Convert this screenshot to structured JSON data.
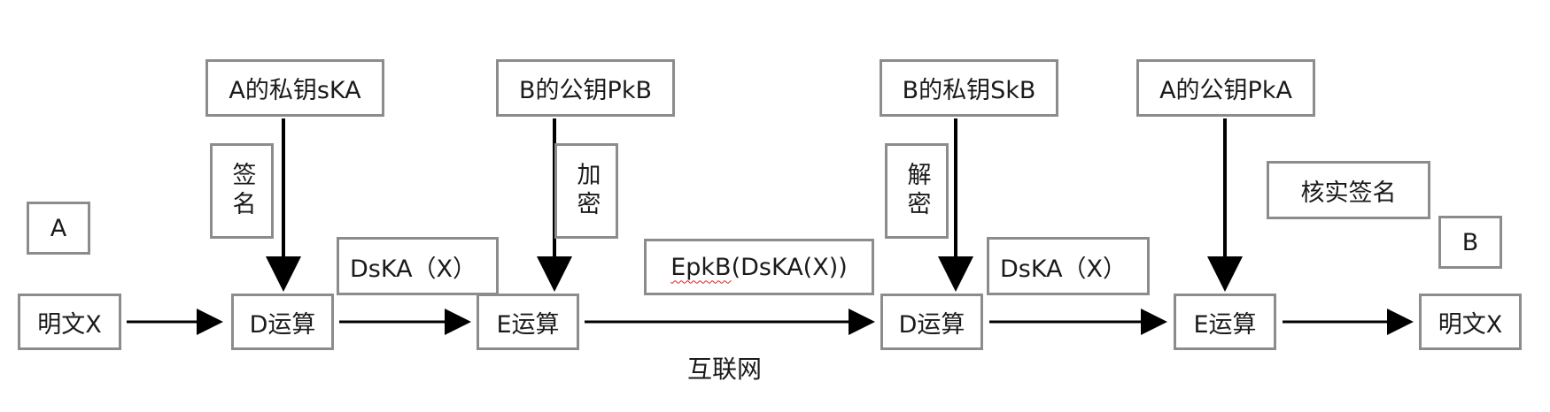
{
  "keys": {
    "a_private": "A的私钥sKA",
    "b_public": "B的公钥PkB",
    "b_private": "B的私钥SkB",
    "a_public": "A的公钥PkA"
  },
  "actions": {
    "sign": "签名",
    "encrypt": "加密",
    "decrypt": "解密",
    "verify": "核实签名"
  },
  "parties": {
    "a": "A",
    "b": "B"
  },
  "nodes": {
    "plaintext_in": "明文X",
    "d_op_1": "D运算",
    "e_op_1": "E运算",
    "d_op_2": "D运算",
    "e_op_2": "E运算",
    "plaintext_out": "明文X"
  },
  "messages": {
    "signed": "DsKA（X）",
    "encrypted_prefix": "EpkB",
    "encrypted_rest": "(DsKA(X))",
    "decrypted": "DsKA（X）"
  },
  "channel": "互联网"
}
